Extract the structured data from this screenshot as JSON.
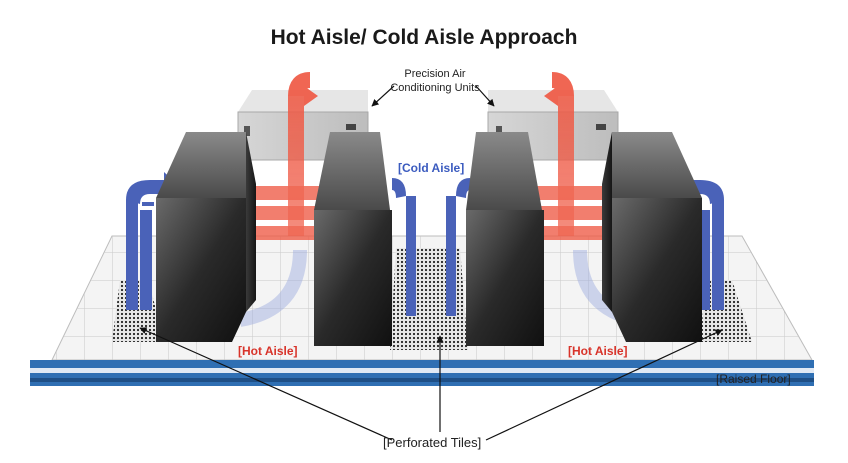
{
  "title": "Hot Aisle/ Cold Aisle Approach",
  "labels": {
    "precision_air_line1": "Precision Air",
    "precision_air_line2": "Conditioning Units",
    "cold_aisle": "[Cold Aisle]",
    "hot_aisle_left": "[Hot Aisle]",
    "hot_aisle_right": "[Hot Aisle]",
    "raised_floor": "[Raised Floor]",
    "perforated_tiles": "[Perforated Tiles]"
  },
  "colors": {
    "hot_air": "#ef5a45",
    "cold_air": "#4a62b8",
    "hot_label": "#d8332a",
    "cold_label": "#3b5bbf",
    "floor_edge": "#2f6fb3"
  }
}
